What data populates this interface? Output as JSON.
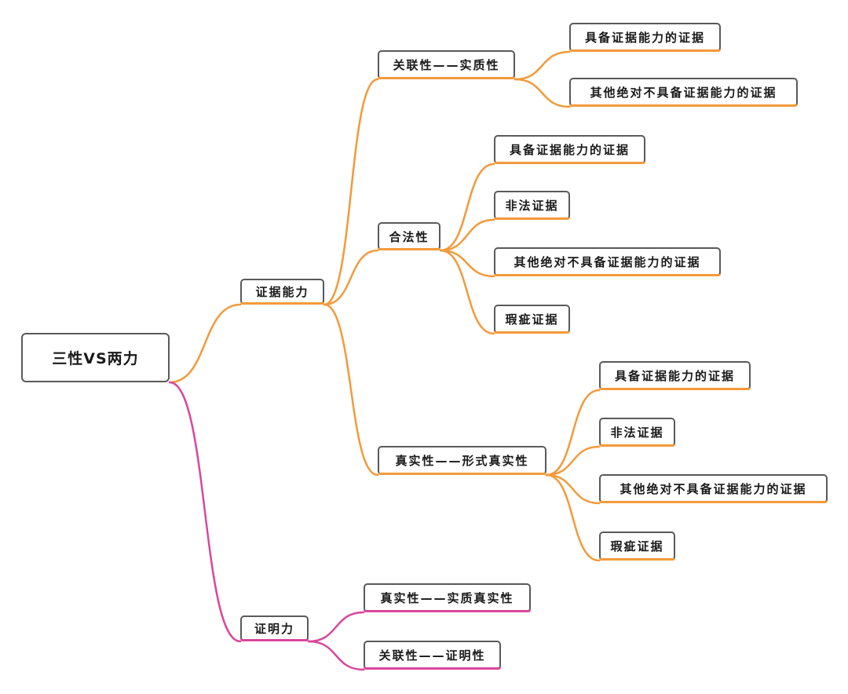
{
  "colors": {
    "orange_branch": "#f39a3b",
    "pink_branch": "#d9479b",
    "node_border": "#5a5a5a"
  },
  "root": {
    "label": "三性VS两力"
  },
  "nodes": {
    "evidence_capacity": {
      "label": "证据能力"
    },
    "relevance_substantive": {
      "label": "关联性——实质性"
    },
    "rel_leaf_1": {
      "label": "具备证据能力的证据"
    },
    "rel_leaf_2": {
      "label": "其他绝对不具备证据能力的证据"
    },
    "legality": {
      "label": "合法性"
    },
    "leg_leaf_1": {
      "label": "具备证据能力的证据"
    },
    "leg_leaf_2": {
      "label": "非法证据"
    },
    "leg_leaf_3": {
      "label": "其他绝对不具备证据能力的证据"
    },
    "leg_leaf_4": {
      "label": "瑕疵证据"
    },
    "authenticity_formal": {
      "label": "真实性——形式真实性"
    },
    "auth_leaf_1": {
      "label": "具备证据能力的证据"
    },
    "auth_leaf_2": {
      "label": "非法证据"
    },
    "auth_leaf_3": {
      "label": "其他绝对不具备证据能力的证据"
    },
    "auth_leaf_4": {
      "label": "瑕疵证据"
    },
    "probative_force": {
      "label": "证明力"
    },
    "authenticity_substantive": {
      "label": "真实性——实质真实性"
    },
    "relevance_probative": {
      "label": "关联性——证明性"
    }
  }
}
